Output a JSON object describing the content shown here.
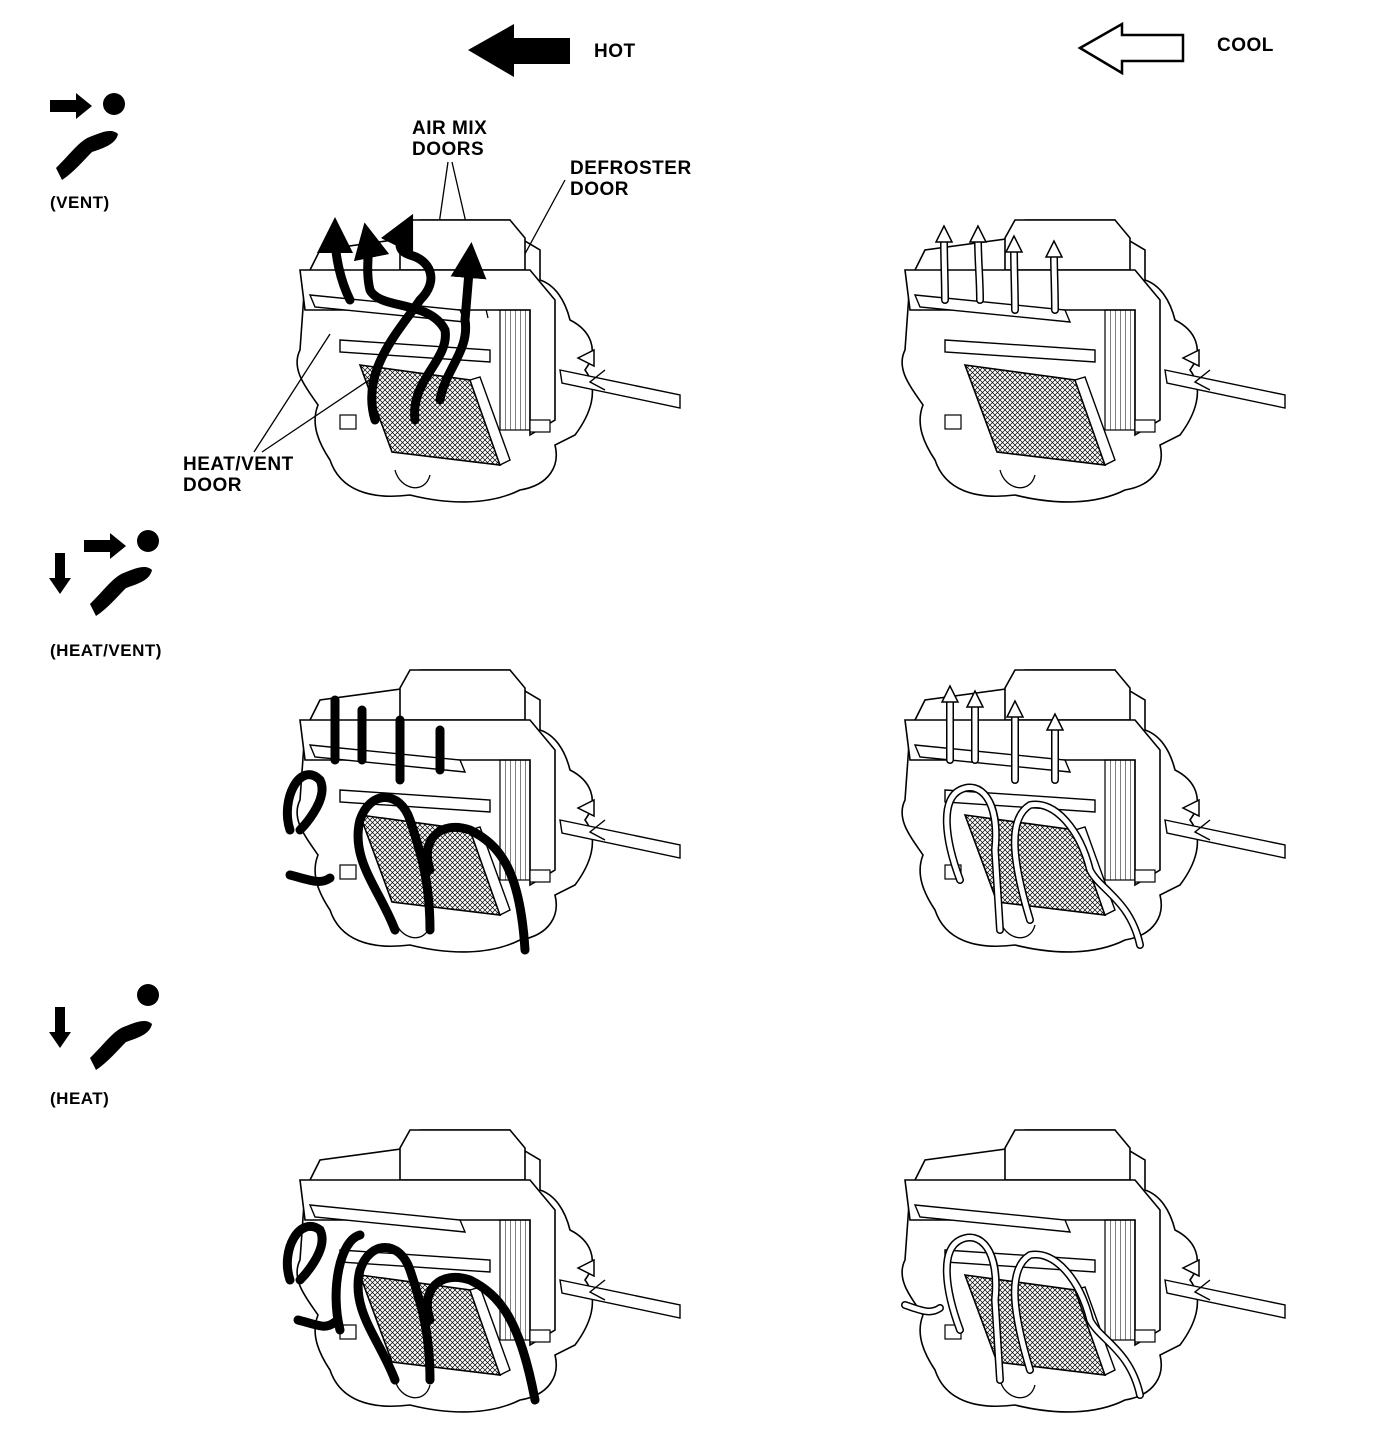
{
  "legend": {
    "hot_label": "HOT",
    "cool_label": "COOL"
  },
  "modes": [
    {
      "key": "vent",
      "label": "(VENT)"
    },
    {
      "key": "heat_vent",
      "label": "(HEAT/VENT)"
    },
    {
      "key": "heat",
      "label": "(HEAT)"
    }
  ],
  "callouts": {
    "air_mix_doors": [
      "AIR MIX",
      "DOORS"
    ],
    "defroster_door": [
      "DEFROSTER",
      "DOOR"
    ],
    "heat_vent_door": [
      "HEAT/VENT",
      "DOOR"
    ]
  },
  "colors": {
    "hot_flow": "#000000",
    "cool_flow": "#ffffff",
    "outline": "#000000"
  }
}
